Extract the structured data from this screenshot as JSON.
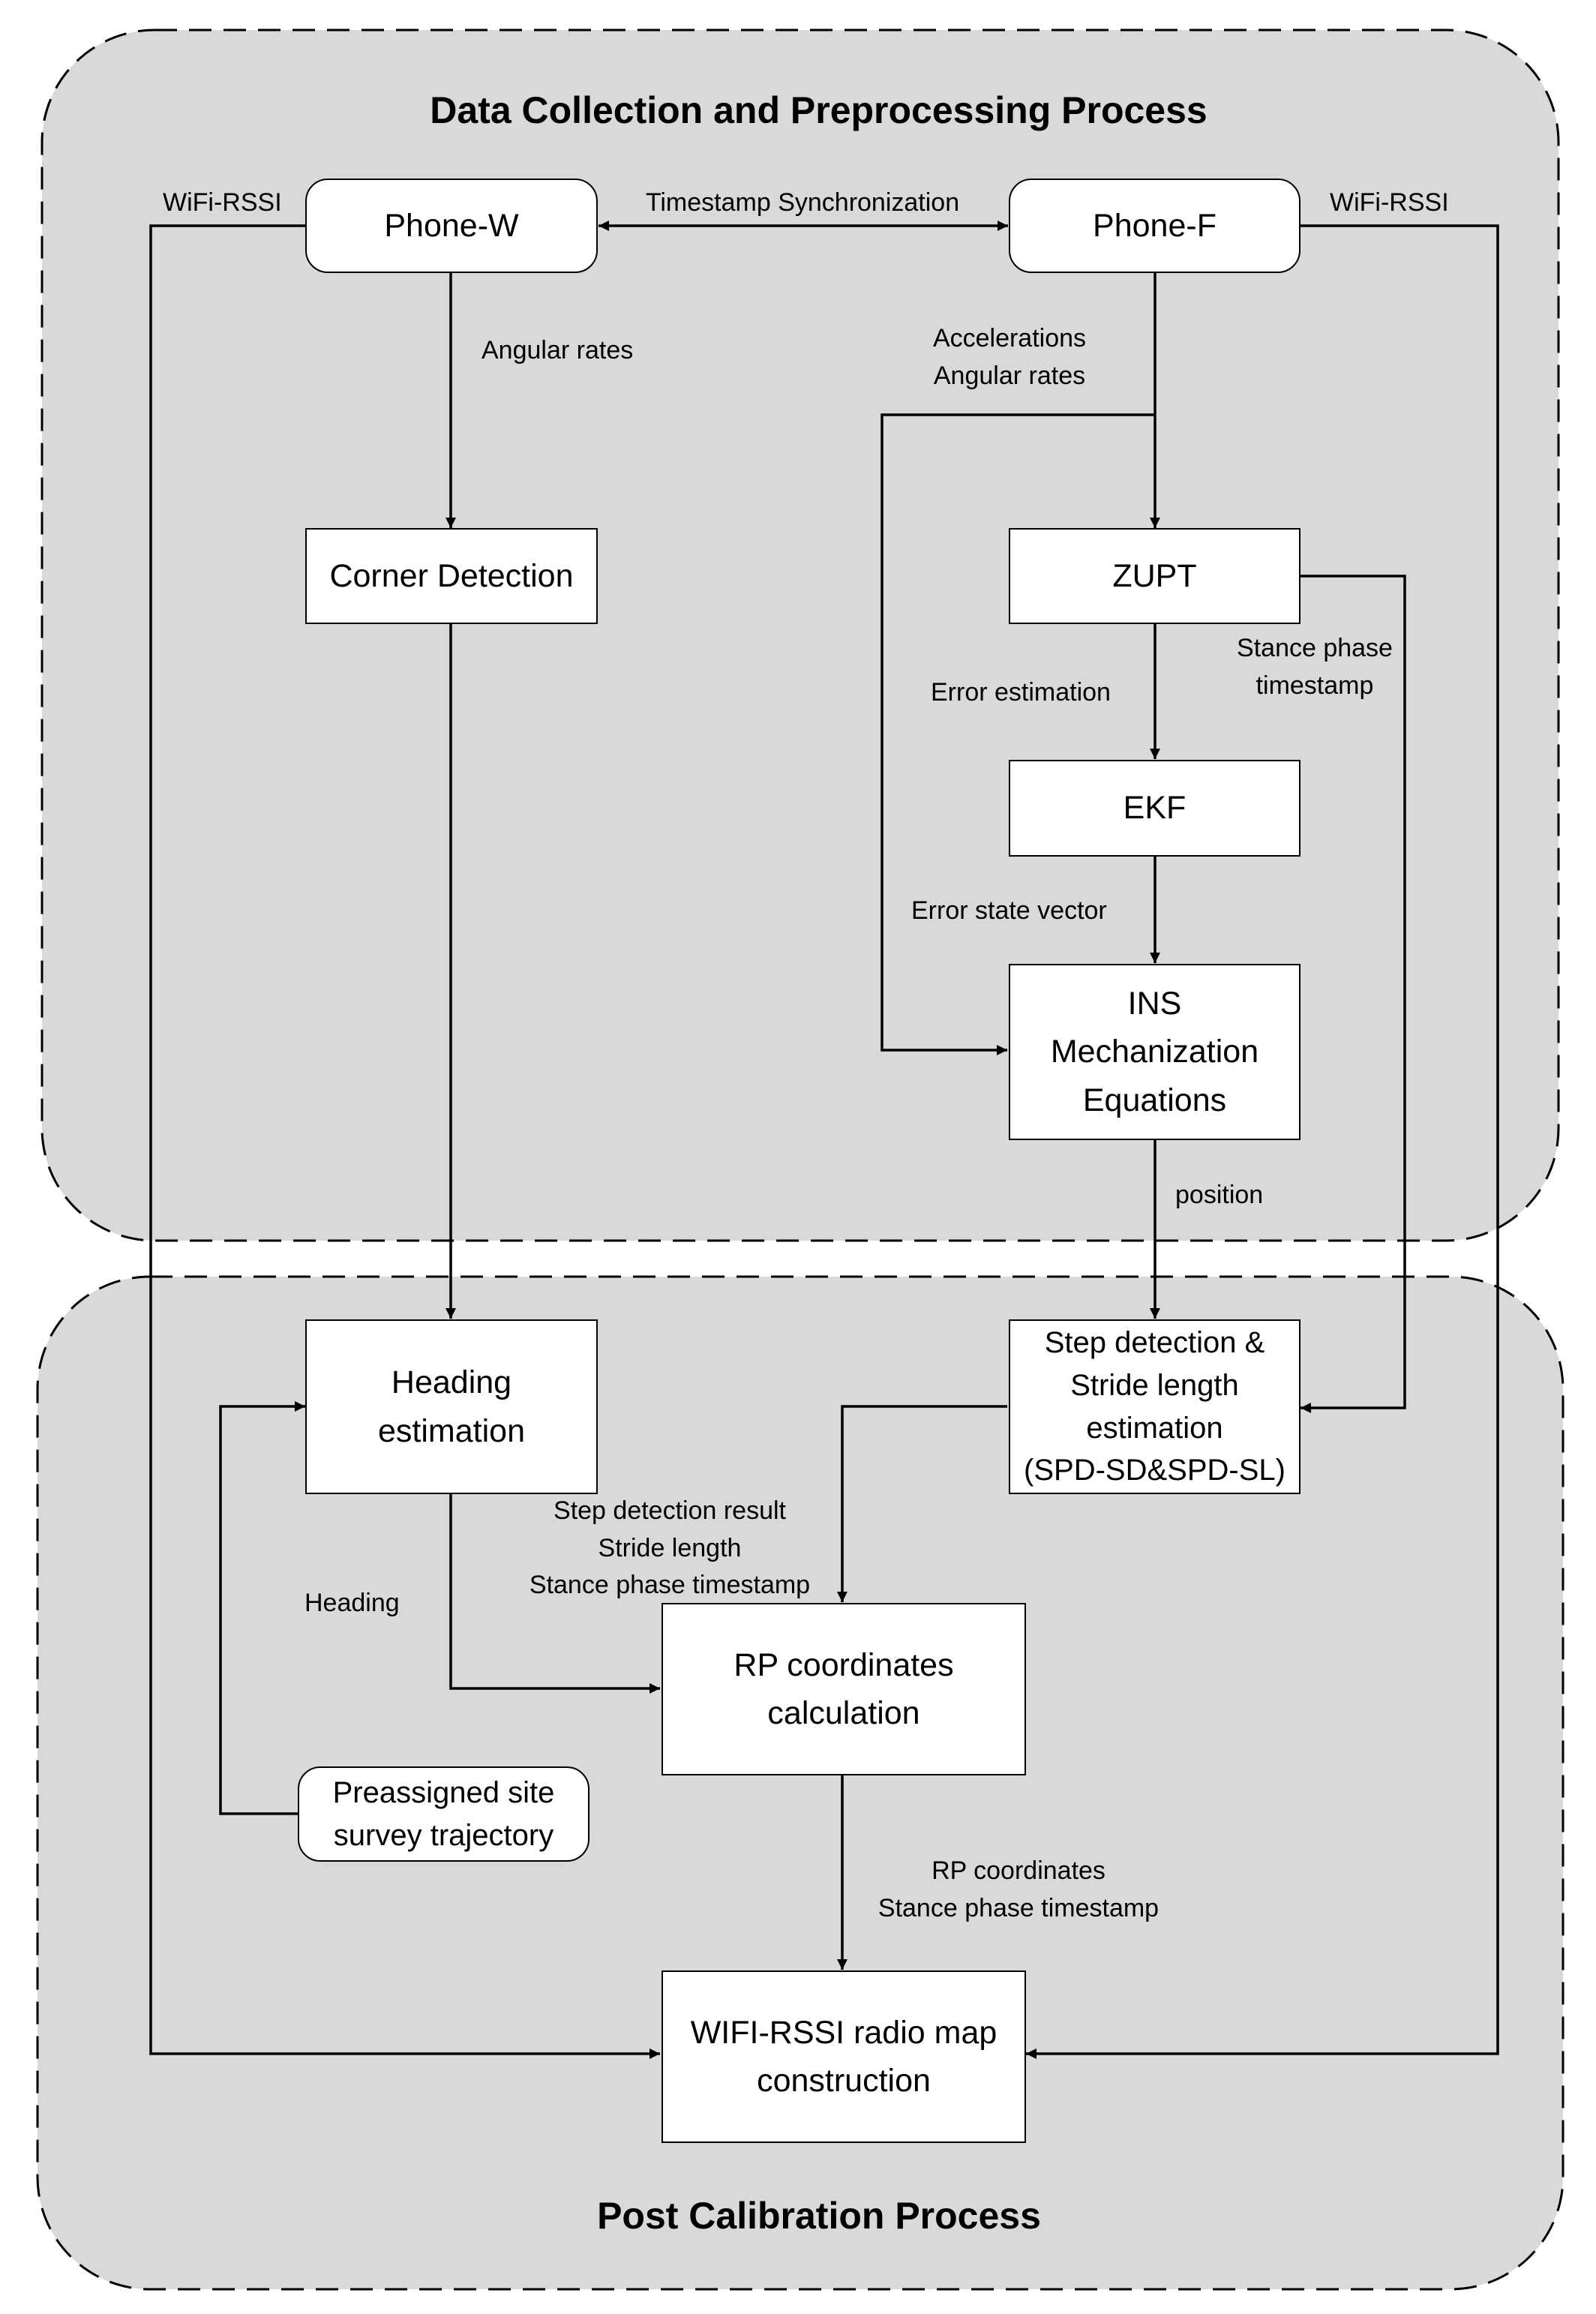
{
  "regions": {
    "top_title": "Data Collection and Preprocessing Process",
    "bottom_title": "Post Calibration Process"
  },
  "nodes": {
    "phone_w": "Phone-W",
    "phone_f": "Phone-F",
    "corner_detection": "Corner Detection",
    "zupt": "ZUPT",
    "ekf": "EKF",
    "ins": "INS\nMechanization\nEquations",
    "heading_estimation": "Heading\nestimation",
    "step_detection": "Step detection &\nStride length\nestimation\n(SPD-SD&SPD-SL)",
    "rp_calc": "RP coordinates\ncalculation",
    "preassigned": "Preassigned site\nsurvey trajectory",
    "radio_map": "WIFI-RSSI radio map\nconstruction"
  },
  "edge_labels": {
    "wifi_rssi_left": "WiFi-RSSI",
    "wifi_rssi_right": "WiFi-RSSI",
    "timestamp_sync": "Timestamp Synchronization",
    "angular_rates": "Angular rates",
    "accel_angular": "Accelerations\nAngular rates",
    "stance_phase_timestamp": "Stance phase\ntimestamp",
    "error_estimation": "Error estimation",
    "error_state_vector": "Error state vector",
    "position": "position",
    "step_result": "Step detection result\nStride length\nStance phase timestamp",
    "heading": "Heading",
    "rp_coordinates": "RP coordinates\nStance phase timestamp"
  },
  "colors": {
    "region_fill": "#d9d9d9",
    "line": "#000000",
    "node_fill": "#ffffff"
  }
}
